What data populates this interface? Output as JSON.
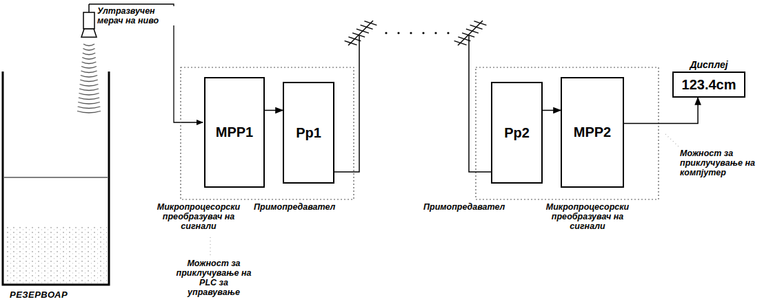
{
  "diagram": {
    "nodes": [
      {
        "text": [
          "MPP1"
        ]
      },
      {
        "text": [
          "Pp1"
        ]
      },
      {
        "text": [
          "Pp2"
        ]
      },
      {
        "text": [
          "MPP2"
        ]
      },
      {
        "text": [
          "Дисплеј",
          "123.4cm"
        ]
      }
    ],
    "edges": [
      {
        "from": 0,
        "to": 1,
        "arrow": "to"
      },
      {
        "from": 2,
        "to": 3,
        "arrow": "to"
      },
      {
        "from": 3,
        "to": 4,
        "arrow": "to"
      }
    ],
    "labels": [
      "Ултразвучен мерач на ниво",
      "Микропроцесорски преобразувач на сигнали",
      "Примопредавател",
      "Примопредавател",
      "Микропроцесорски преобразувач на сигнали",
      "Можност за приклучување на PLC за управување",
      "Можност за приклучување на компјутер",
      "РЕЗЕРВОАР"
    ]
  }
}
